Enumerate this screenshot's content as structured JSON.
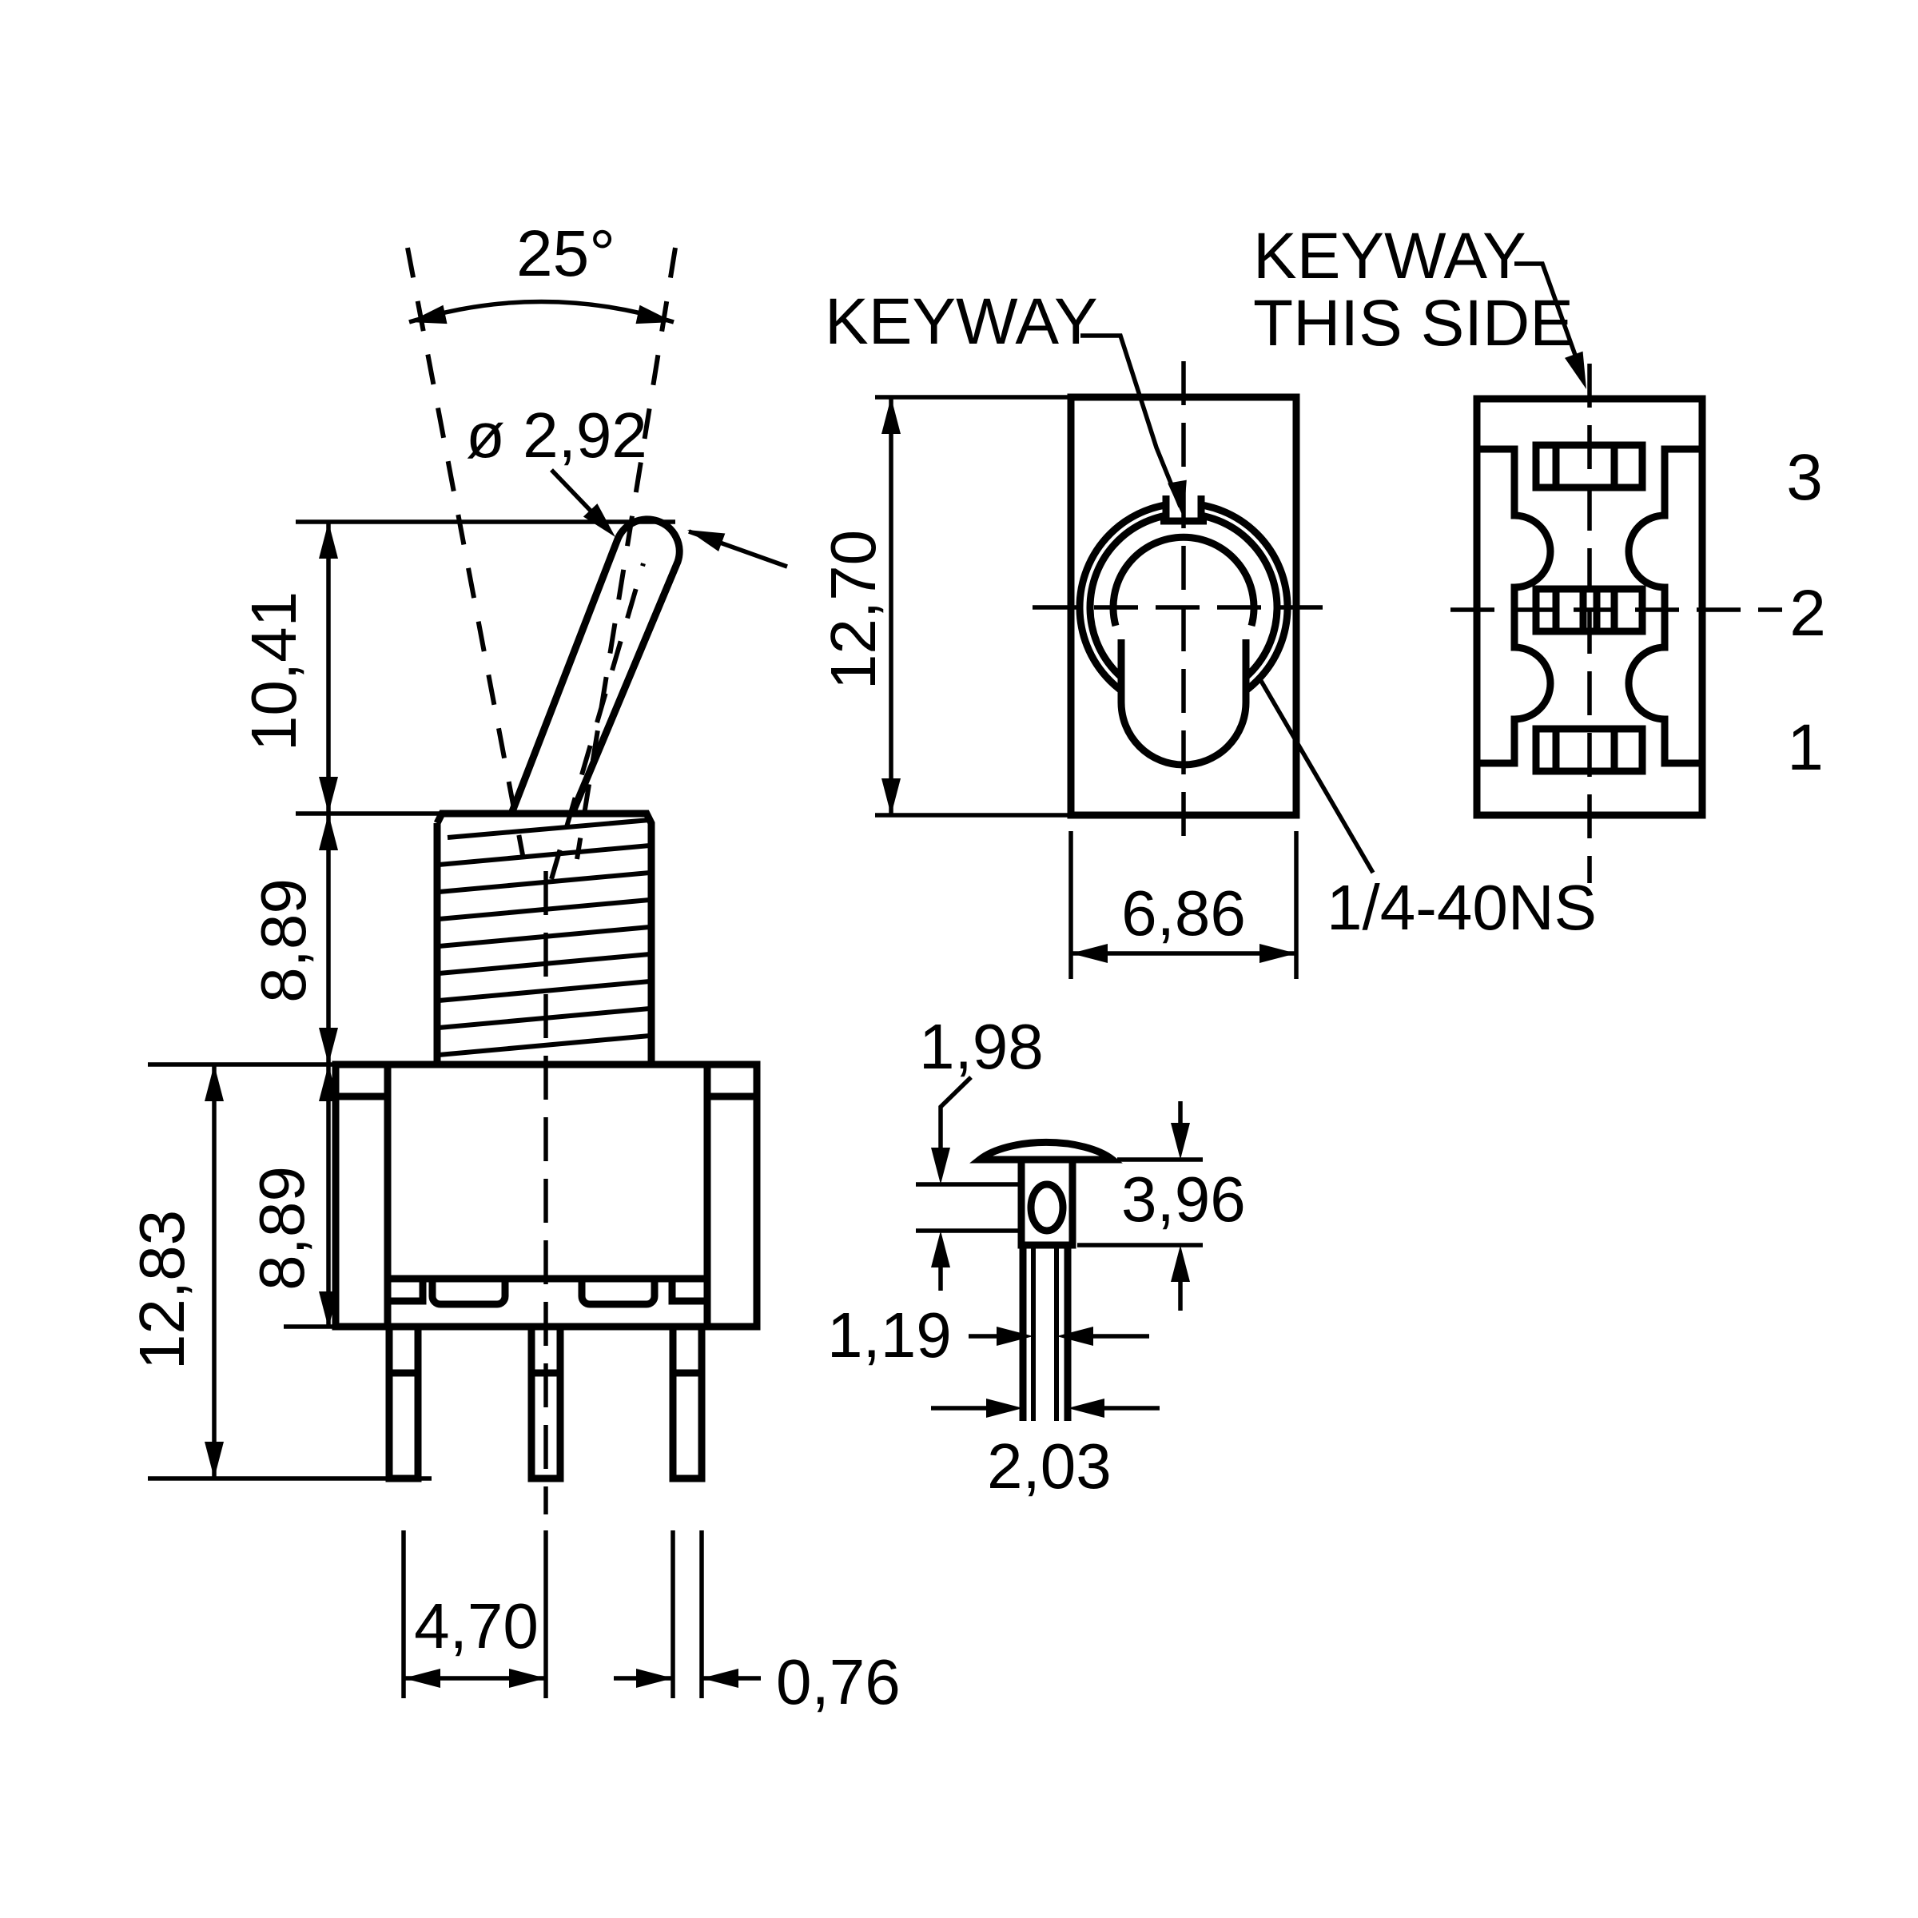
{
  "drawing": {
    "side_view": {
      "angle_label": "25°",
      "lever_diameter_label": "ø 2,92",
      "dim_lever_height": "10,41",
      "dim_bushing_height": "8,89",
      "dim_body_height": "8,89",
      "dim_overall_height": "12,83",
      "dim_pin_spacing": "4,70",
      "dim_pin_thickness": "0,76"
    },
    "front_view": {
      "keyway_label": "KEYWAY",
      "dim_height": "12,70",
      "dim_width": "6,86",
      "thread_spec": "1/4-40NS"
    },
    "bottom_view": {
      "keyway_side_line1": "KEYWAY",
      "keyway_side_line2": "THIS SIDE",
      "terminal_labels": [
        "3",
        "2",
        "1"
      ]
    },
    "terminal_detail": {
      "dim_head_height": "1,98",
      "dim_lug_height": "3,96",
      "dim_slot_width": "1,19",
      "dim_stem_width": "2,03"
    }
  }
}
